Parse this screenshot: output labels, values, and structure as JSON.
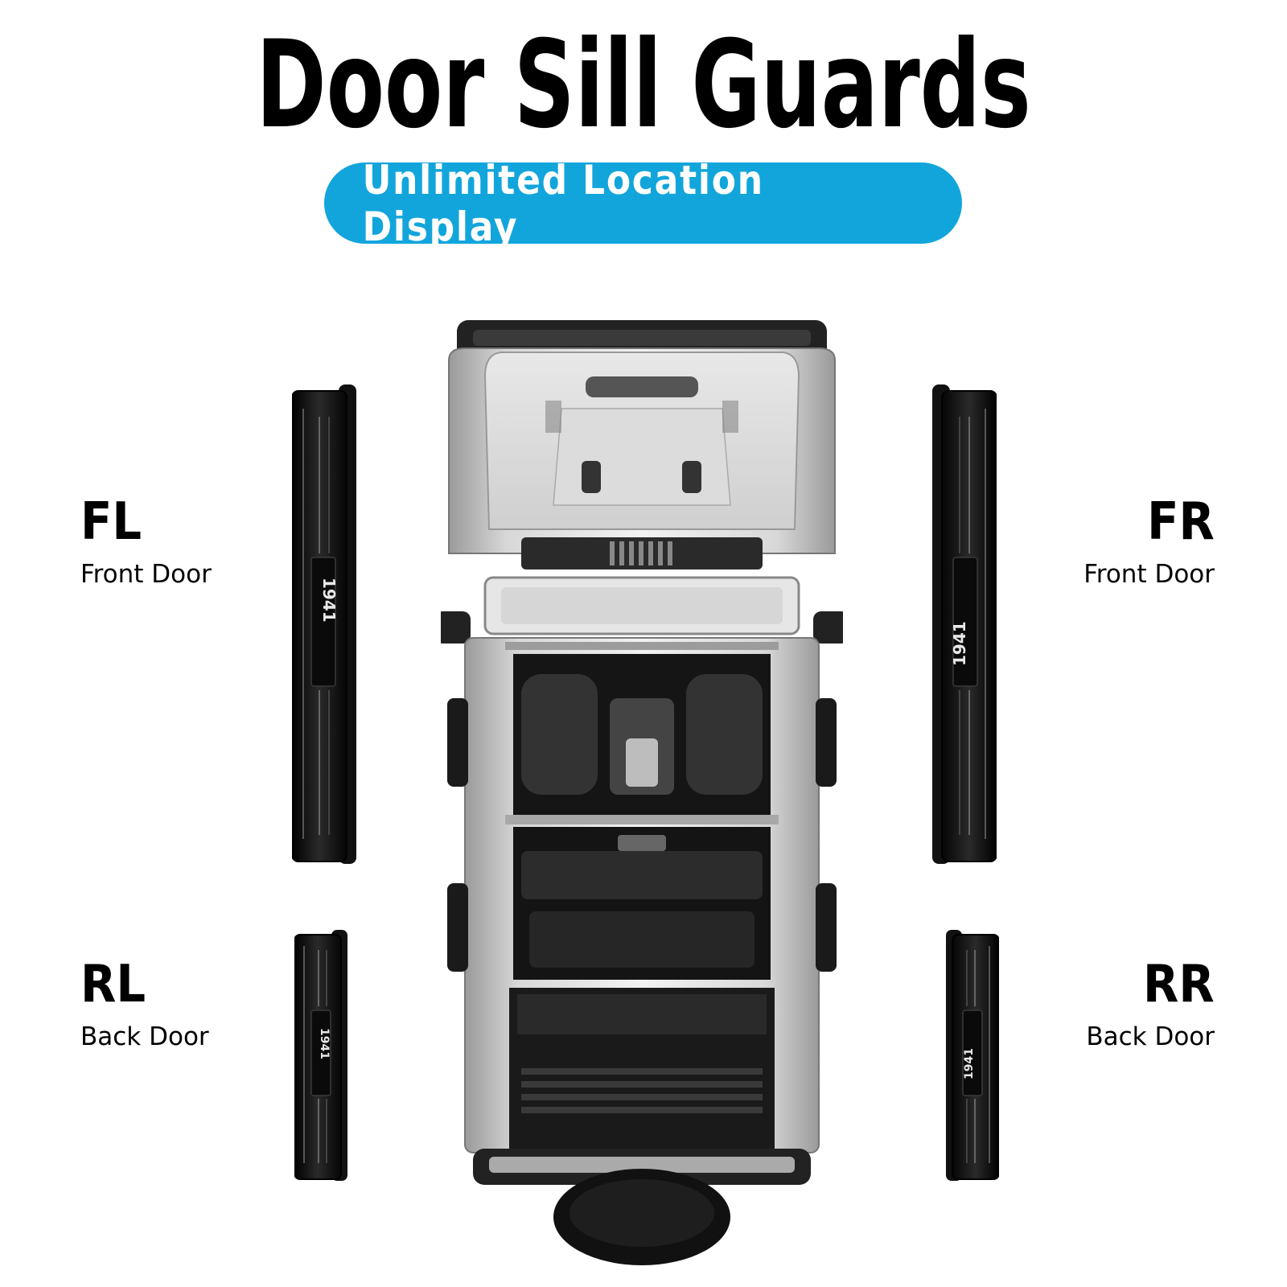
{
  "title": "Door Sill Guards",
  "badge": "Unlimited Location Display",
  "accent_color": "#12a5dc",
  "positions": [
    {
      "code": "FL",
      "label": "Front Door"
    },
    {
      "code": "FR",
      "label": "Front Door"
    },
    {
      "code": "RL",
      "label": "Back Door"
    },
    {
      "code": "RR",
      "label": "Back Door"
    }
  ],
  "sill_logo_text": "1941",
  "icons": [
    "vehicle-top-view-icon",
    "door-sill-guard-icon"
  ]
}
